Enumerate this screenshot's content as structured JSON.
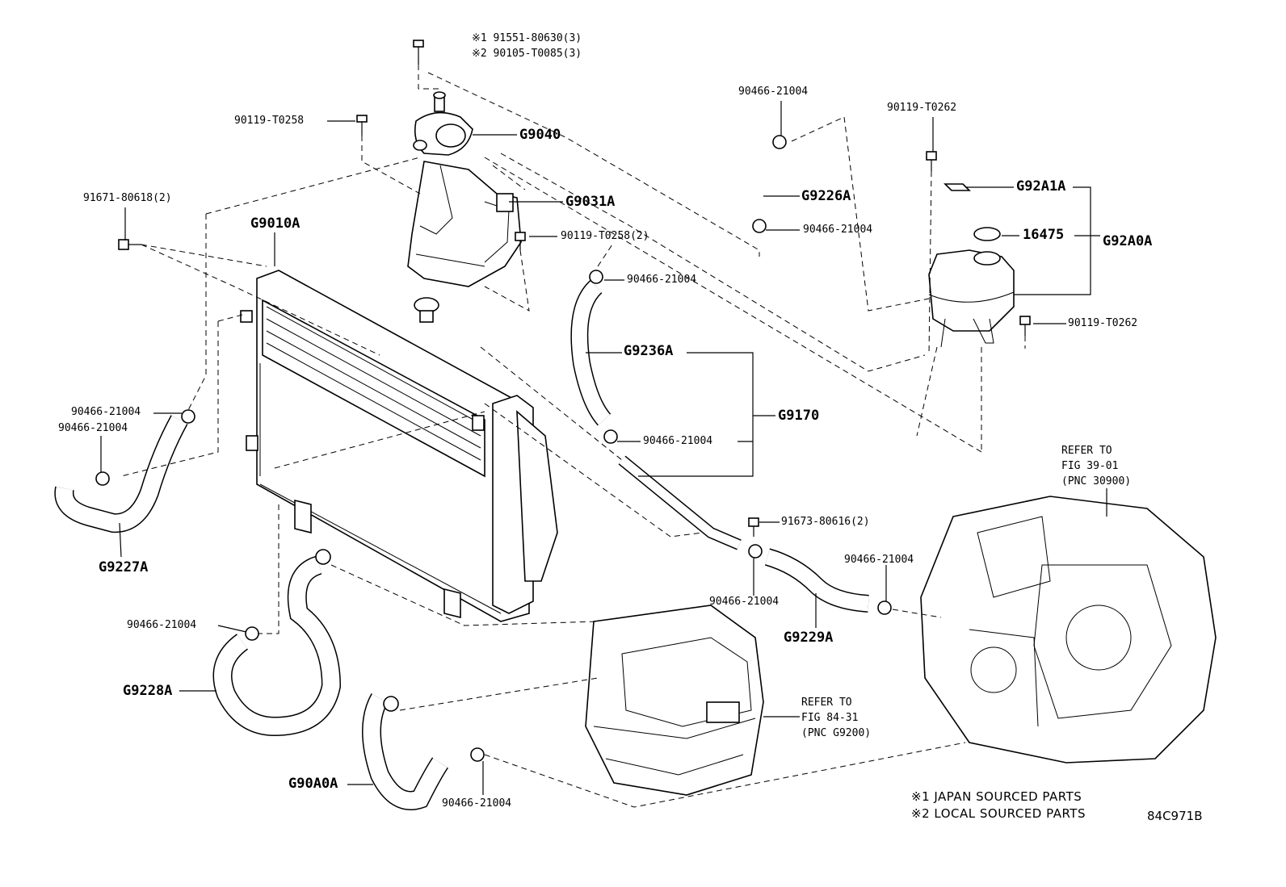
{
  "labels": {
    "bolt_top_1": "※1 91551-80630(3)",
    "bolt_top_2": "※2 90105-T0085(3)",
    "g9040": "G9040",
    "b90119_t0258_a": "90119-T0258",
    "g9031a": "G9031A",
    "b90119_t0258_2": "90119-T0258(2)",
    "b91671": "91671-80618(2)",
    "g9010a": "G9010A",
    "clip_g9226_top": "90466-21004",
    "g9226a": "G9226A",
    "clip_g9226_bot": "90466-21004",
    "b90119_t0262_top": "90119-T0262",
    "g92a1a": "G92A1A",
    "p16475": "16475",
    "g92a0a": "G92A0A",
    "b90119_t0262_right": "90119-T0262",
    "clip_g9236_top": "90466-21004",
    "g9236a": "G9236A",
    "g9170": "G9170",
    "clip_g9236_bot": "90466-21004",
    "clip_g9227_a": "90466-21004",
    "clip_g9227_b": "90466-21004",
    "g9227a": "G9227A",
    "b91673": "91673-80616(2)",
    "clip_g9229_left": "90466-21004",
    "clip_g9229_right": "90466-21004",
    "g9229a": "G9229A",
    "clip_g9228": "90466-21004",
    "g9228a": "G9228A",
    "g90a0a": "G90A0A",
    "clip_g90a0": "90466-21004"
  },
  "refers": {
    "transaxle": [
      "REFER TO",
      "FIG 39-01",
      "(PNC 30900)"
    ],
    "inverter": [
      "REFER TO",
      "FIG 84-31",
      "(PNC G9200)"
    ]
  },
  "notes": {
    "note1": "※1 JAPAN SOURCED PARTS",
    "note2": "※2 LOCAL SOURCED PARTS",
    "figure_code": "84C971B"
  }
}
